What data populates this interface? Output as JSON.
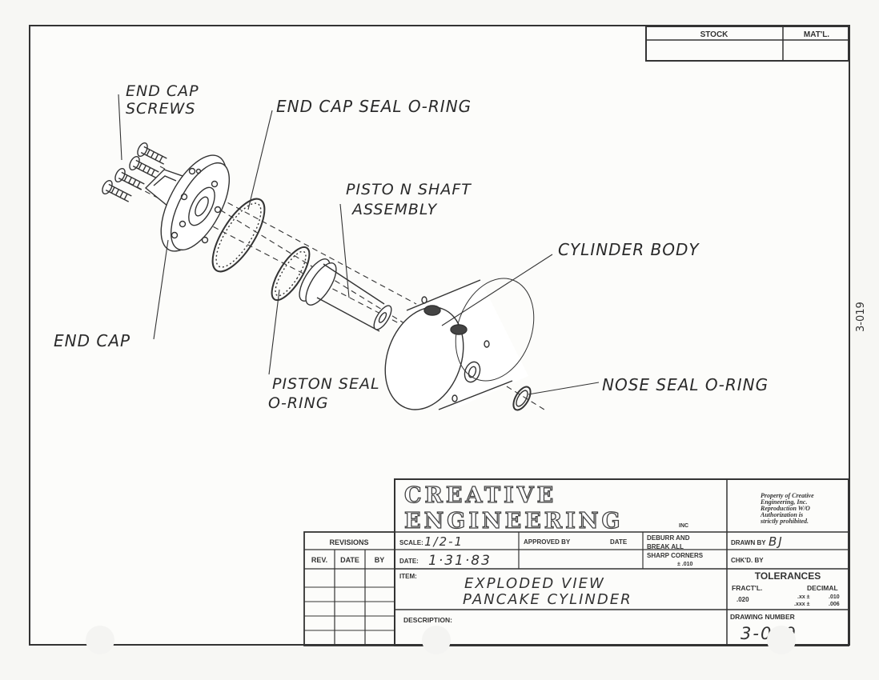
{
  "drawing": {
    "side_number": "3-019",
    "labels": {
      "end_cap_screws_1": "END CAP",
      "end_cap_screws_2": "SCREWS",
      "end_cap_seal_oring": "END CAP SEAL O-RING",
      "piston_shaft_1": "PISTO N  SHAFT",
      "piston_shaft_2": "ASSEMBLY",
      "cylinder_body": "CYLINDER  BODY",
      "end_cap": "END CAP",
      "nose_seal_oring": "NOSE SEAL O-RING",
      "piston_seal_1": "PISTON SEAL",
      "piston_seal_2": "O-RING"
    }
  },
  "title_block": {
    "stock_header": "STOCK",
    "matl_header": "MAT'L.",
    "company_line1": "CREATIVE",
    "company_line2": "ENGINEERING",
    "company_suffix": "INC",
    "property_lines": [
      "Property of Creative",
      "Engineering, Inc.",
      "Reproduction W/O",
      "Authorization is",
      "strictly prohibited."
    ],
    "revisions_header": "REVISIONS",
    "rev_col": "REV.",
    "date_col": "DATE",
    "by_col": "BY",
    "scale_label": "SCALE:",
    "scale_value": "1/2-1",
    "date_label": "DATE:",
    "date_value": "1·31·83",
    "approved_by_label": "APPROVED BY",
    "approved_date_label": "DATE",
    "deburr_lines": [
      "DEBURR AND",
      "BREAK ALL",
      "SHARP CORNERS"
    ],
    "deburr_tol": "± .010",
    "drawn_by_label": "DRAWN BY",
    "drawn_by_value": "BJ",
    "chkd_by_label": "CHK'D. BY",
    "item_label": "ITEM:",
    "item_line1": "EXPLODED  VIEW",
    "item_line2": "PANCAKE  CYLINDER",
    "tolerances_header": "TOLERANCES",
    "fract_label": "FRACT'L.",
    "decimal_label": "DECIMAL",
    "fract_value": ".020",
    "xx_label": ".xx ±",
    "xx_value": ".010",
    "xxx_label": ".xxx ±",
    "xxx_value": ".006",
    "description_label": "DESCRIPTION:",
    "drawing_number_label": "DRAWING NUMBER",
    "drawing_number_value": "3-019"
  }
}
